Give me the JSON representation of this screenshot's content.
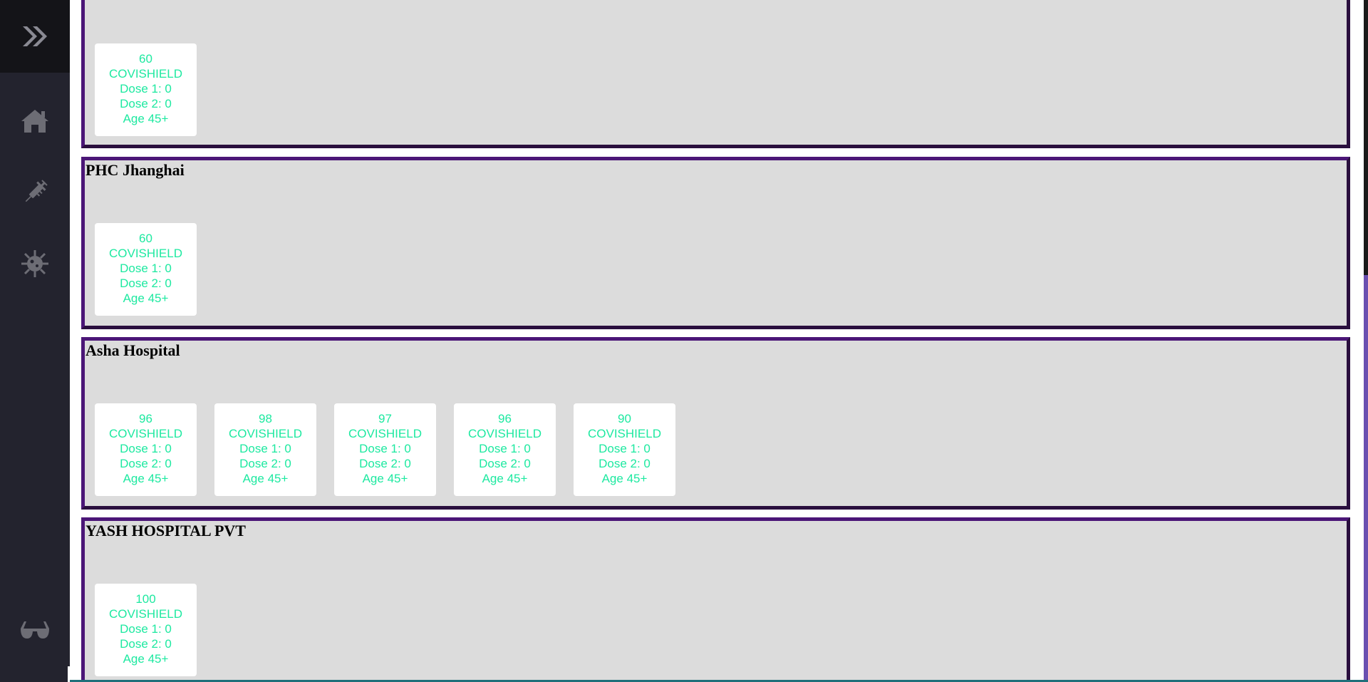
{
  "sidebar": {
    "toggle_icon": "chevron-double-right-icon",
    "items": [
      {
        "name": "home",
        "icon": "home-icon"
      },
      {
        "name": "vaccine",
        "icon": "syringe-icon"
      },
      {
        "name": "virus",
        "icon": "virus-icon"
      },
      {
        "name": "accessibility",
        "icon": "glasses-icon"
      }
    ],
    "colors": {
      "background": "#23232e",
      "top": "#141418",
      "icon": "#6d6d75"
    }
  },
  "centers": [
    {
      "name": "",
      "slots": [
        {
          "capacity": "60",
          "vaccine": "COVISHIELD",
          "dose1": "Dose 1: 0",
          "dose2": "Dose 2: 0",
          "age": "Age 45+"
        }
      ]
    },
    {
      "name": "PHC Jhanghai",
      "slots": [
        {
          "capacity": "60",
          "vaccine": "COVISHIELD",
          "dose1": "Dose 1: 0",
          "dose2": "Dose 2: 0",
          "age": "Age 45+"
        }
      ]
    },
    {
      "name": "Asha Hospital",
      "slots": [
        {
          "capacity": "96",
          "vaccine": "COVISHIELD",
          "dose1": "Dose 1: 0",
          "dose2": "Dose 2: 0",
          "age": "Age 45+"
        },
        {
          "capacity": "98",
          "vaccine": "COVISHIELD",
          "dose1": "Dose 1: 0",
          "dose2": "Dose 2: 0",
          "age": "Age 45+"
        },
        {
          "capacity": "97",
          "vaccine": "COVISHIELD",
          "dose1": "Dose 1: 0",
          "dose2": "Dose 2: 0",
          "age": "Age 45+"
        },
        {
          "capacity": "96",
          "vaccine": "COVISHIELD",
          "dose1": "Dose 1: 0",
          "dose2": "Dose 2: 0",
          "age": "Age 45+"
        },
        {
          "capacity": "90",
          "vaccine": "COVISHIELD",
          "dose1": "Dose 1: 0",
          "dose2": "Dose 2: 0",
          "age": "Age 45+"
        }
      ]
    },
    {
      "name": "YASH HOSPITAL PVT",
      "slots": [
        {
          "capacity": "100",
          "vaccine": "COVISHIELD",
          "dose1": "Dose 1: 0",
          "dose2": "Dose 2: 0",
          "age": "Age 45+"
        }
      ]
    }
  ],
  "colors": {
    "center_bg": "#dcdcdc",
    "center_border": "#4b1677",
    "slot_text": "#1de9a0",
    "scroll_thumb": "#6a4fb0"
  }
}
